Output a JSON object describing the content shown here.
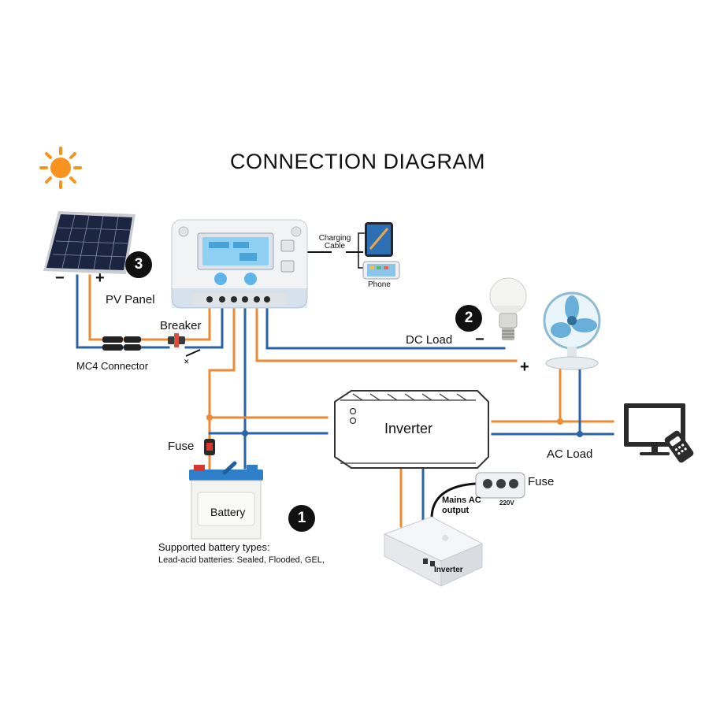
{
  "title": "CONNECTION DIAGRAM",
  "colors": {
    "positive_wire": "#ee8a33",
    "negative_wire": "#2a63a8",
    "sun": "#f7931e",
    "badge": "#111111"
  },
  "icons": [
    "sun-icon",
    "solar-panel-icon",
    "charge-controller-icon",
    "tablet-icon",
    "phone-icon",
    "light-bulb-icon",
    "fan-icon",
    "tv-icon",
    "remote-control-icon",
    "battery-icon",
    "inverter-icon",
    "socket-icon",
    "fuse-icon",
    "breaker-icon",
    "mc4-connector-icon"
  ],
  "labels": {
    "pv_panel": "PV Panel",
    "pv_minus": "−",
    "pv_plus": "+",
    "breaker": "Breaker",
    "mc4_connector": "MC4 Connector",
    "charging_cable": "Charging\nCable",
    "phone": "Phone",
    "dc_load": "DC Load",
    "dc_minus": "−",
    "dc_plus": "+",
    "fuse_battery": "Fuse",
    "battery": "Battery",
    "inverter_box": "Inverter",
    "ac_load": "AC Load",
    "fuse_ac": "Fuse",
    "mains_ac_output": "Mains AC\noutput",
    "socket_voltage": "220V",
    "inverter_small": "Inverter",
    "supported_title": "Supported battery types:",
    "supported_list": "Lead-acid batteries: Sealed, Flooded, GEL,"
  },
  "badges": {
    "battery": "1",
    "dc_load": "2",
    "pv": "3"
  }
}
